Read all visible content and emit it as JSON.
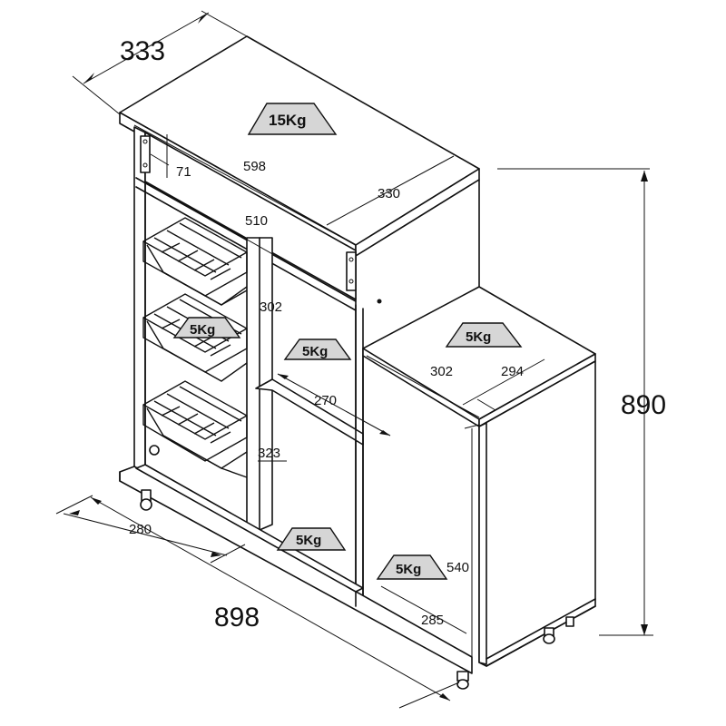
{
  "dimensions": {
    "depth_top": "333",
    "width_top": "598",
    "depth_top_right": "330",
    "drawer_offset": "71",
    "drawer_width": "510",
    "shelf_height_upper": "302",
    "shelf_depth": "270",
    "shelf_height_lower": "323",
    "base_left": "280",
    "total_width": "898",
    "total_height": "890",
    "low_top_width": "302",
    "low_top_depth": "294",
    "low_height": "540",
    "low_base": "285"
  },
  "load_labels": {
    "top": "15Kg",
    "basket": "5Kg",
    "middle_shelf": "5Kg",
    "low_top": "5Kg",
    "bottom_shelf": "5Kg",
    "low_inner": "5Kg"
  },
  "colors": {
    "line": "#111111",
    "badge_fill": "#d6d6d6",
    "background": "#ffffff"
  }
}
